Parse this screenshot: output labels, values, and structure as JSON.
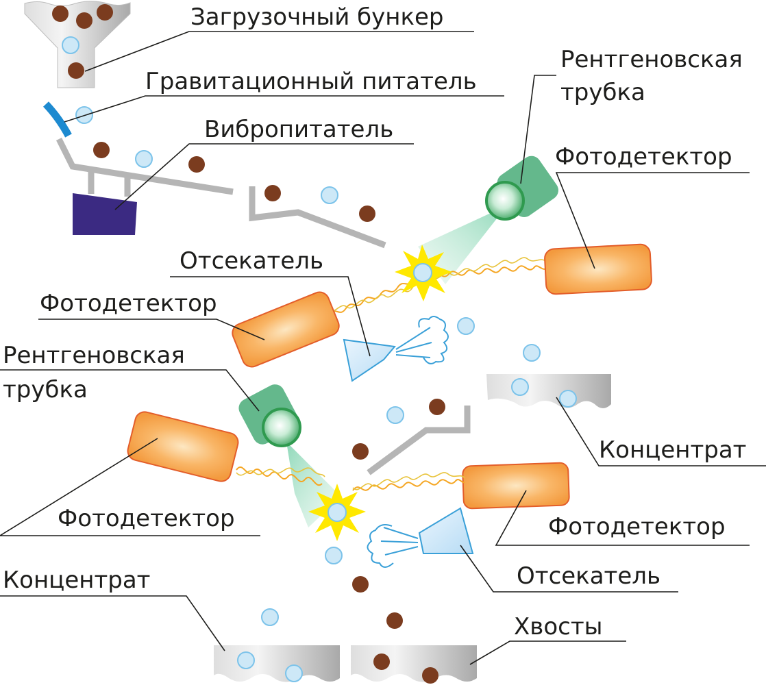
{
  "labels": {
    "hopper": "Загрузочный бункер",
    "gravity_feeder": "Гравитационный питатель",
    "vibro_feeder": "Вибропитатель",
    "xray_tube_upper_l1": "Рентгеновская",
    "xray_tube_upper_l2": "трубка",
    "photodetector_upper_right": "Фотодетектор",
    "ejector_upper": "Отсекатель",
    "photodetector_upper_left": "Фотодетектор",
    "xray_tube_lower_l1": "Рентгеновская",
    "xray_tube_lower_l2": "трубка",
    "concentrate_upper": "Концентрат",
    "photodetector_lower_left": "Фотодетектор",
    "photodetector_lower_right": "Фотодетектор",
    "ejector_lower": "Отсекатель",
    "concentrate_lower": "Концентрат",
    "tailings": "Хвосты"
  },
  "colors": {
    "dark_particle": "#7b3c1f",
    "light_particle": "#cde8f7",
    "detector": "#f5a04a",
    "xray_tube": "#5fb88a",
    "vibro_block": "#3b2a82",
    "chute": "#b5b5b5",
    "flash": "#ffe800"
  }
}
